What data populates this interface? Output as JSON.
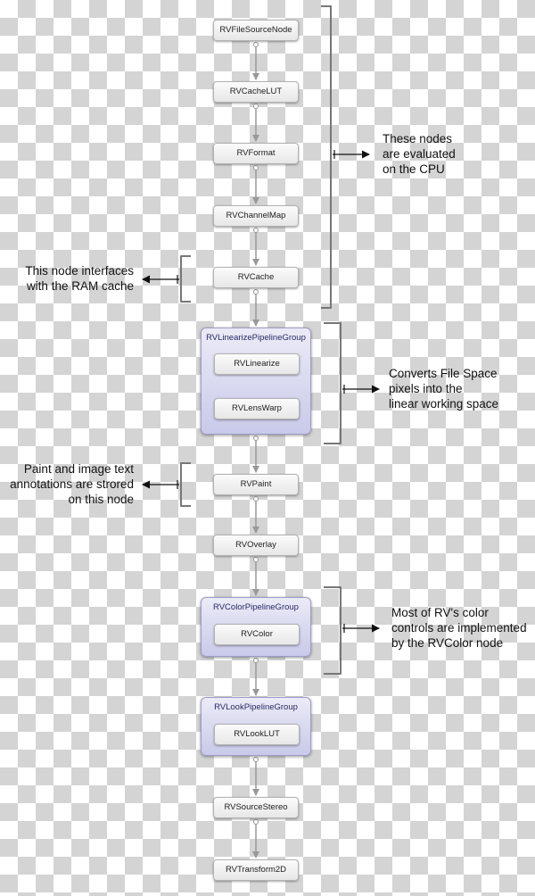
{
  "colors": {
    "connector": "#999999",
    "bracket": "#777777",
    "group_fill": "#d8d8ef",
    "node_fill": "#eeeeee"
  },
  "nodes": {
    "file_source": "RVFileSourceNode",
    "cache_lut": "RVCacheLUT",
    "format": "RVFormat",
    "channel_map": "RVChannelMap",
    "cache": "RVCache",
    "paint": "RVPaint",
    "overlay": "RVOverlay",
    "source_stereo": "RVSourceStereo",
    "transform2d": "RVTransform2D"
  },
  "groups": {
    "linearize": {
      "title": "RVLinearizePipelineGroup",
      "nodes": [
        "RVLinearize",
        "RVLensWarp"
      ]
    },
    "color": {
      "title": "RVColorPipelineGroup",
      "nodes": [
        "RVColor"
      ]
    },
    "look": {
      "title": "RVLookPipelineGroup",
      "nodes": [
        "RVLookLUT"
      ]
    }
  },
  "annotations": {
    "cpu": [
      "These nodes",
      "are evaluated",
      "on the CPU"
    ],
    "ram_cache": [
      "This node interfaces",
      "with the RAM cache"
    ],
    "linearize": [
      "Converts File Space",
      "pixels into the",
      "linear working space"
    ],
    "paint": [
      "Paint and image text",
      "annotations are strored",
      "on this node"
    ],
    "color": [
      "Most of RV's color",
      "controls are implemented",
      "by the RVColor node"
    ]
  }
}
